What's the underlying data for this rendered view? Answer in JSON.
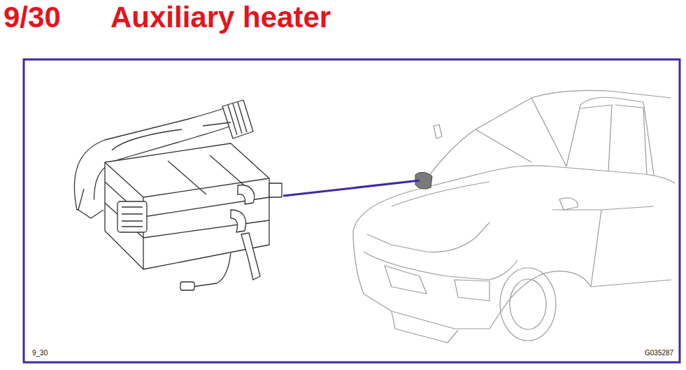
{
  "diagram": {
    "title": "Auxiliary heater",
    "labels": [
      "9/30",
      "9_30",
      "G035287"
    ]
  }
}
